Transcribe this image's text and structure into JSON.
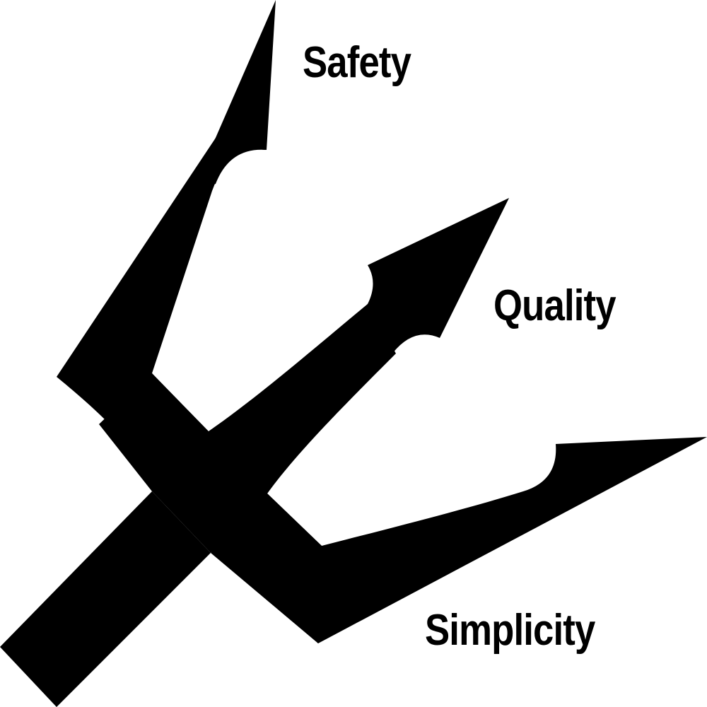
{
  "colors": {
    "background": "#ffffff",
    "trident": "#000000",
    "text": "#000000"
  },
  "labels": {
    "safety": "Safety",
    "quality": "Quality",
    "simplicity": "Simplicity"
  }
}
